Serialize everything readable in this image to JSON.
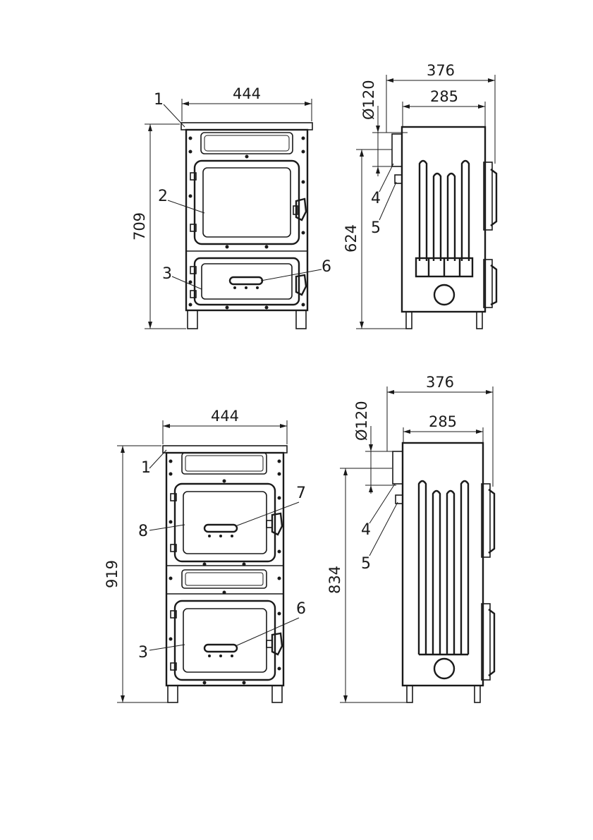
{
  "stove_1": {
    "front": {
      "width": "444",
      "height": "709"
    },
    "side": {
      "depth": "376",
      "body_depth": "285",
      "flue_diameter": "Ø120",
      "flue_height": "624"
    },
    "callouts": {
      "top": "1",
      "fire_door": "2",
      "ash_door": "3",
      "flue": "4",
      "flue_connector": "5",
      "air_control": "6"
    }
  },
  "stove_2": {
    "front": {
      "width": "444",
      "height": "919"
    },
    "side": {
      "depth": "376",
      "body_depth": "285",
      "flue_diameter": "Ø120",
      "flue_height": "834"
    },
    "callouts": {
      "top": "1",
      "oven_door": "8",
      "ash_door": "3",
      "flue": "4",
      "flue_connector": "5",
      "air_control_upper": "7",
      "air_control_lower": "6"
    }
  }
}
